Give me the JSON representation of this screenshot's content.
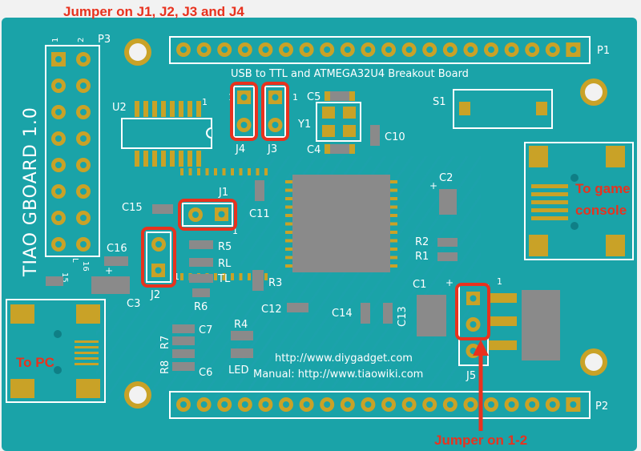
{
  "colors": {
    "board": "#1aa3a8",
    "pad": "#c9a227",
    "chip": "#8a8a8a",
    "silkscreen": "#ffffff",
    "highlight": "#e8321e"
  },
  "annotations": {
    "jumpers_top": "Jumper on J1, J2, J3 and J4",
    "jumper_bottom": "Jumper on 1-2",
    "to_pc": "To PC",
    "to_game_line1": "To game",
    "to_game_line2": "console"
  },
  "board": {
    "name": "TIAO GBOARD 1.0",
    "subtitle": "USB to TTL and ATMEGA32U4 Breakout Board",
    "url": "http://www.diygadget.com",
    "manual": "Manual: http://www.tiaowiki.com"
  },
  "labels": {
    "p1": "P1",
    "p2": "P2",
    "p3": "P3",
    "p3_pin1": "1",
    "p3_pin2": "2",
    "p3_pin15": "15",
    "p3_pin16": "16",
    "l": "L",
    "u2": "U2",
    "s1": "S1",
    "y1": "Y1",
    "c5": "C5",
    "c4": "C4",
    "c10": "C10",
    "c2": "C2",
    "c11": "C11",
    "c15": "C15",
    "c16": "C16",
    "c3": "C3",
    "c7": "C7",
    "c6": "C6",
    "c12": "C12",
    "c14": "C14",
    "c13": "C13",
    "c1": "C1",
    "r5": "R5",
    "rl": "RL",
    "tl": "TL",
    "r6": "R6",
    "r3": "R3",
    "r4": "R4",
    "r7": "R7",
    "r8": "R8",
    "r2": "R2",
    "r1": "R1",
    "led": "LED",
    "j1": "J1",
    "j2": "J2",
    "j3": "J3",
    "j4": "J4",
    "j5": "J5",
    "one": "1",
    "plus": "+"
  }
}
